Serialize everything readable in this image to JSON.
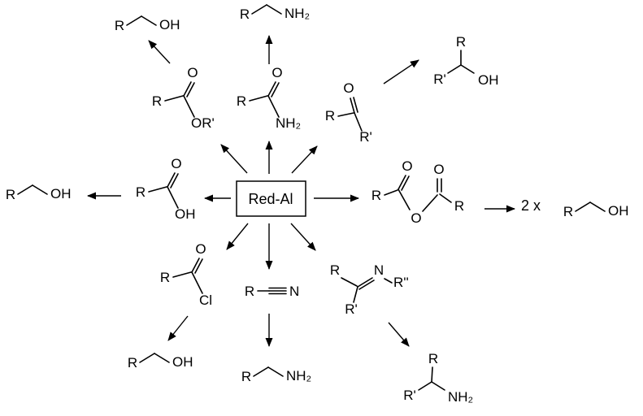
{
  "center": {
    "label": "Red-Al"
  },
  "stoichiometry": {
    "label": "2 x"
  },
  "colors": {
    "ink": "#000000",
    "background": "#ffffff"
  },
  "molecules": {
    "ester": {
      "r": "R",
      "o": "O",
      "or": "OR'"
    },
    "ester_product": {
      "r": "R",
      "oh": "OH"
    },
    "amide": {
      "r": "R",
      "o": "O",
      "nh2": "NH₂"
    },
    "amide_product": {
      "r": "R",
      "nh2": "NH₂"
    },
    "ketone": {
      "r": "R",
      "o": "O",
      "r2": "R'"
    },
    "ketone_product": {
      "r": "R",
      "r2": "R'",
      "oh": "OH"
    },
    "carboxylic_acid": {
      "r": "R",
      "o": "O",
      "oh": "OH"
    },
    "acid_product": {
      "r": "R",
      "oh": "OH"
    },
    "anhydride": {
      "r1": "R",
      "o1": "O",
      "o_bridge": "O",
      "o2": "O",
      "r2": "R"
    },
    "anhydride_product": {
      "r": "R",
      "oh": "OH"
    },
    "acyl_chloride": {
      "r": "R",
      "o": "O",
      "cl": "Cl"
    },
    "acyl_chloride_product": {
      "r": "R",
      "oh": "OH"
    },
    "nitrile": {
      "r": "R",
      "n": "N"
    },
    "nitrile_product": {
      "r": "R",
      "nh2": "NH₂"
    },
    "imine": {
      "r": "R",
      "n": "N",
      "r2": "R'",
      "r3": "R''"
    },
    "imine_product": {
      "r": "R",
      "r2": "R'",
      "nh2": "NH₂"
    }
  }
}
